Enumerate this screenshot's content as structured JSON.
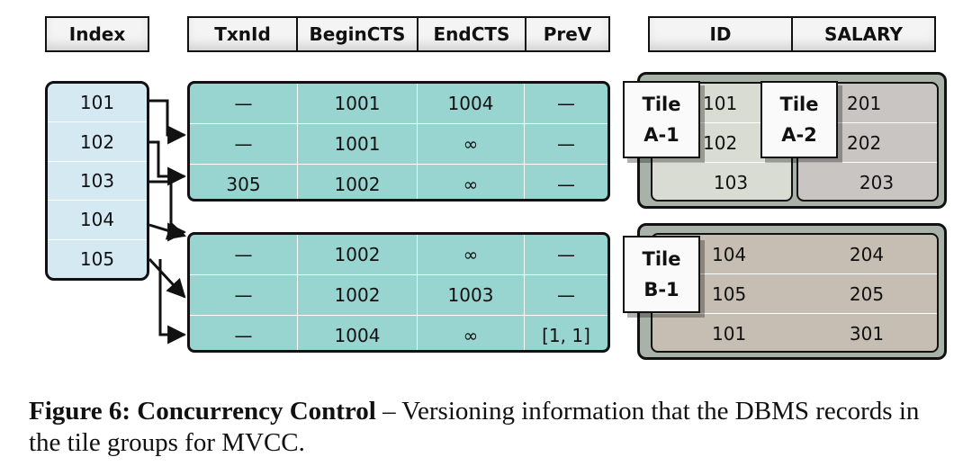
{
  "headers": {
    "index": "Index",
    "version": [
      "TxnId",
      "BeginCTS",
      "EndCTS",
      "PreV"
    ],
    "data": [
      "ID",
      "SALARY"
    ]
  },
  "index_values": [
    "101",
    "102",
    "103",
    "104",
    "105"
  ],
  "version_table_1": [
    [
      "—",
      "1001",
      "1004",
      "—"
    ],
    [
      "—",
      "1001",
      "∞",
      "—"
    ],
    [
      "305",
      "1002",
      "∞",
      "—"
    ]
  ],
  "version_table_2": [
    [
      "—",
      "1002",
      "∞",
      "—"
    ],
    [
      "—",
      "1002",
      "1003",
      "—"
    ],
    [
      "—",
      "1004",
      "∞",
      "[1, 1]"
    ]
  ],
  "tile_group_a": {
    "tile_a1": {
      "label_line1": "Tile",
      "label_line2": "A-1",
      "ids": [
        "101",
        "102",
        "103"
      ]
    },
    "tile_a2": {
      "label_line1": "Tile",
      "label_line2": "A-2",
      "salaries": [
        "201",
        "202",
        "203"
      ]
    }
  },
  "tile_group_b": {
    "tile_b1": {
      "label_line1": "Tile",
      "label_line2": "B-1",
      "ids": [
        "104",
        "105",
        "101"
      ],
      "salaries": [
        "204",
        "205",
        "301"
      ]
    }
  },
  "caption": {
    "label": "Figure 6: Concurrency Control",
    "text": " – Versioning information that the DBMS records in the tile groups for MVCC."
  },
  "colors": {
    "index_fill": "#d5e9f3",
    "version_fill": "#98d4d0",
    "tile_a1_fill": "#d9dcd2",
    "tile_a2_fill": "#c9c5c3",
    "tile_b1_fill": "#c6bdb3",
    "tile_group_fill": "#a8b2a8"
  }
}
